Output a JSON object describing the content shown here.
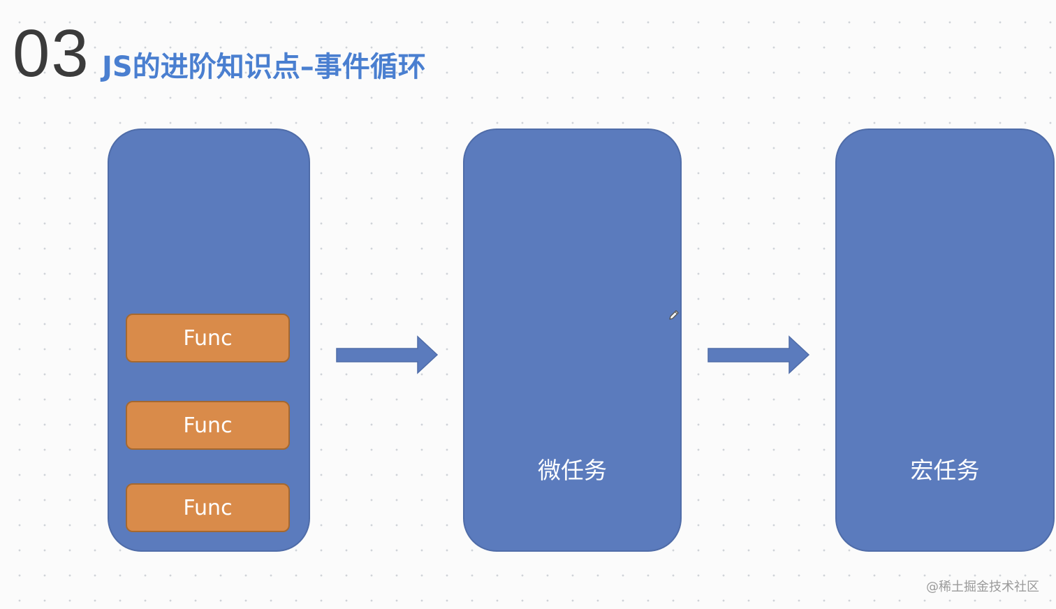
{
  "header": {
    "number": "03",
    "title": "JS的进阶知识点–事件循环"
  },
  "diagram": {
    "stack_items": [
      "Func",
      "Func",
      "Func"
    ],
    "micro_label": "微任务",
    "macro_label": "宏任务"
  },
  "watermark": "@稀土掘金技术社区",
  "colors": {
    "panel": "#5b7bbd",
    "func_block": "#d98b4a",
    "title": "#4a7fd0",
    "number": "#3b3b3b"
  },
  "icons": {
    "arrows": "right-arrow",
    "cursor": "pencil-cursor"
  }
}
